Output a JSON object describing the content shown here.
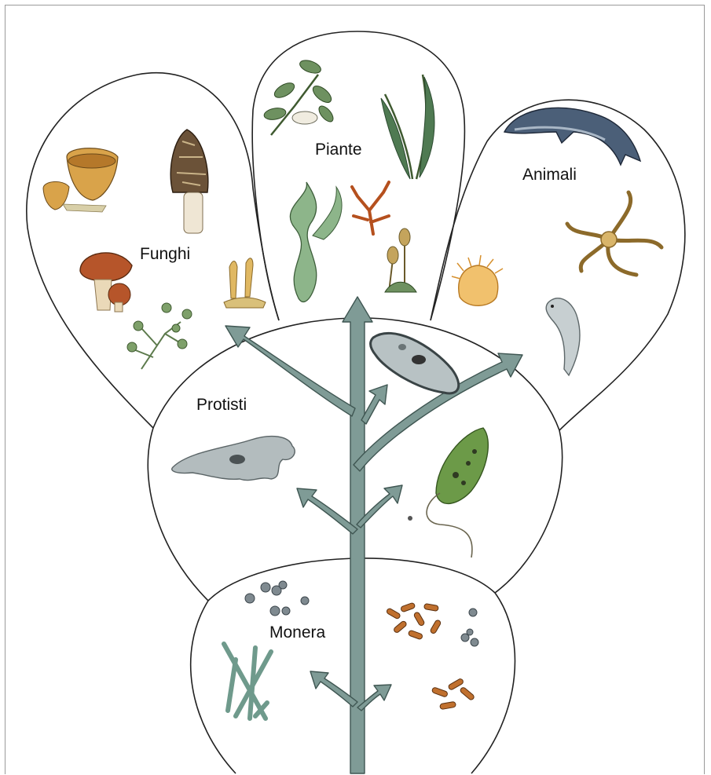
{
  "kingdoms": {
    "funghi": "Funghi",
    "piante": "Piante",
    "animali": "Animali",
    "protisti": "Protisti",
    "monera": "Monera"
  },
  "colors": {
    "outline": "#222222",
    "tree_fill": "#7f9b96",
    "tree_stroke": "#3f5652",
    "background": "#ffffff"
  },
  "icons": [
    "mushroom-cups-icon",
    "morel-icon",
    "toadstool-icon",
    "fungus-stalks-icon",
    "mold-icon",
    "leafy-plant-icon",
    "fern-icon",
    "seaweed-icon",
    "red-algae-icon",
    "moss-icon",
    "dolphin-icon",
    "brittle-star-icon",
    "sea-anemone-icon",
    "fish-icon",
    "paramecium-icon",
    "amoeba-icon",
    "euglena-icon",
    "cocci-icon",
    "filament-bacteria-icon",
    "bacilli-icon"
  ]
}
